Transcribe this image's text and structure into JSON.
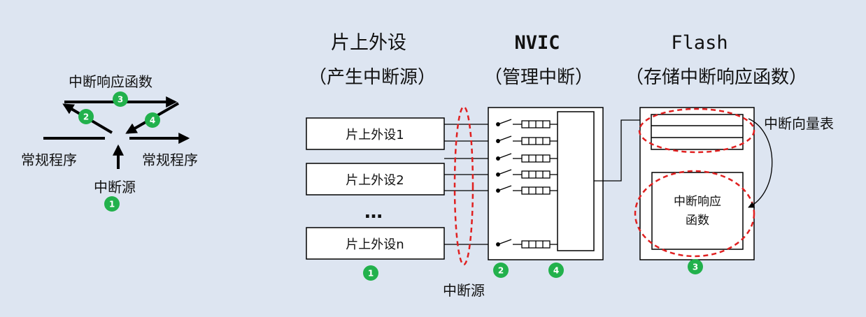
{
  "left": {
    "handler_label": "中断响应函数",
    "normal_left": "常规程序",
    "normal_right": "常规程序",
    "source_label": "中断源",
    "badges": [
      "1",
      "2",
      "3",
      "4"
    ]
  },
  "headers": {
    "peripheral_title": "片上外设",
    "peripheral_sub": "（产生中断源）",
    "nvic_title": "NVIC",
    "nvic_sub": "（管理中断）",
    "flash_title": "Flash",
    "flash_sub": "（存储中断响应函数）"
  },
  "peripherals": [
    "片上外设1",
    "片上外设2",
    "片上外设n"
  ],
  "ellipsis": "…",
  "flash": {
    "vector_table_label": "中断向量表",
    "handler_line1": "中断响应",
    "handler_line2": "函数"
  },
  "bottom": {
    "source_label": "中断源",
    "badge_peripheral": "1",
    "badge_nvic_a": "2",
    "badge_nvic_b": "4",
    "badge_flash": "3"
  },
  "colors": {
    "background": "#dde5f1",
    "badge": "#22b14c",
    "dashed": "#e02020"
  }
}
